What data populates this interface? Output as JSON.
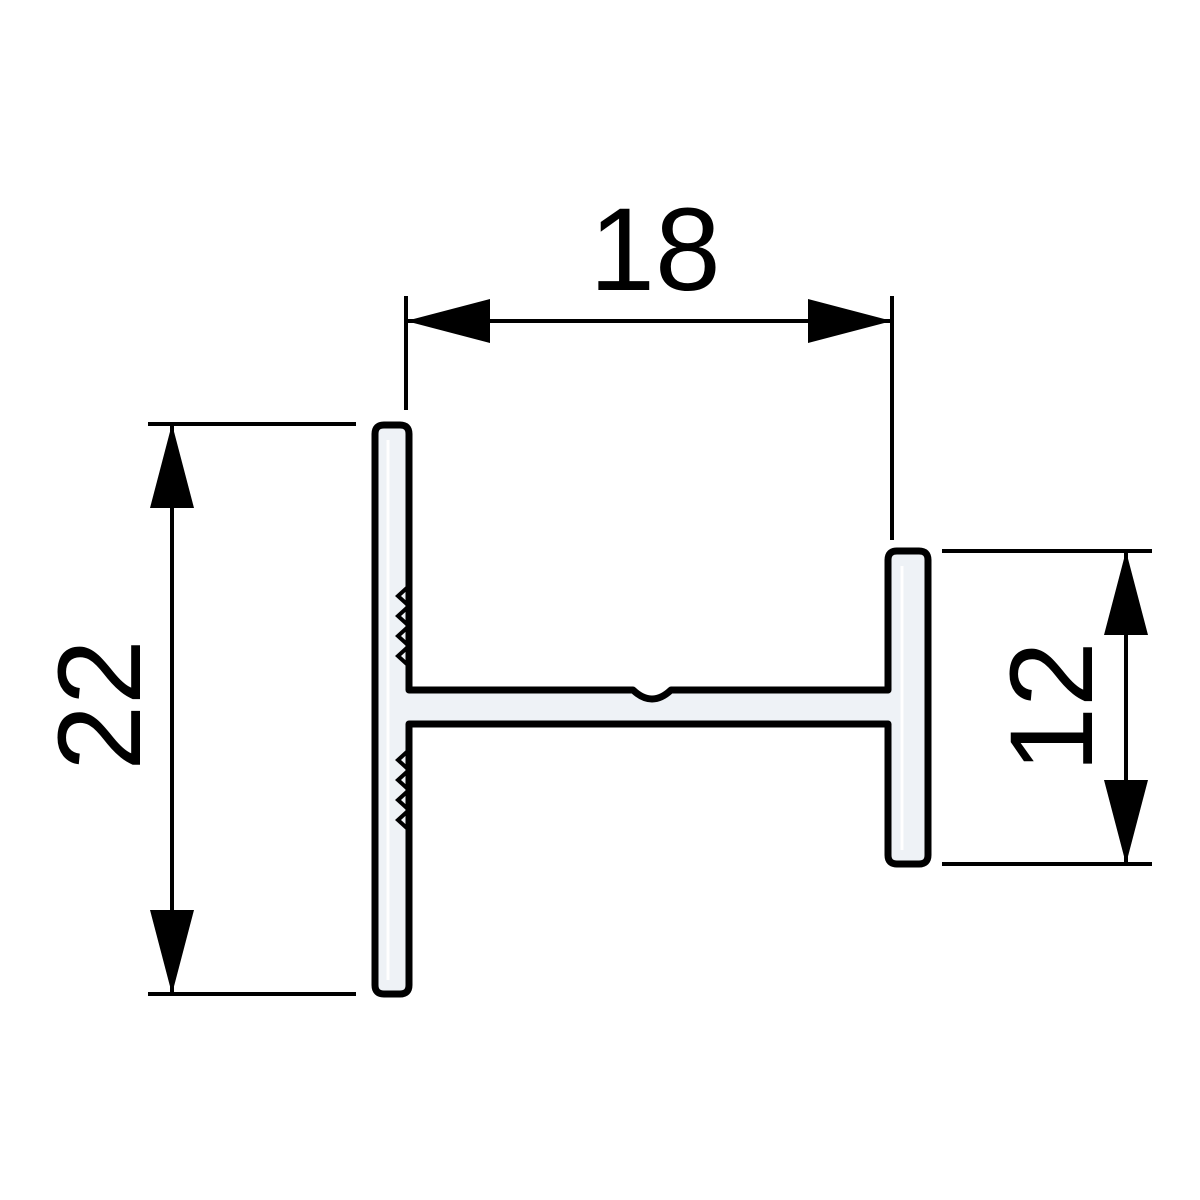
{
  "drawing": {
    "dimensions": {
      "width_between_flanges": "18",
      "left_flange_height": "22",
      "right_flange_height": "12"
    },
    "colors": {
      "line": "#000000",
      "profile_fill": "#eef2f6",
      "background": "#ffffff"
    }
  }
}
